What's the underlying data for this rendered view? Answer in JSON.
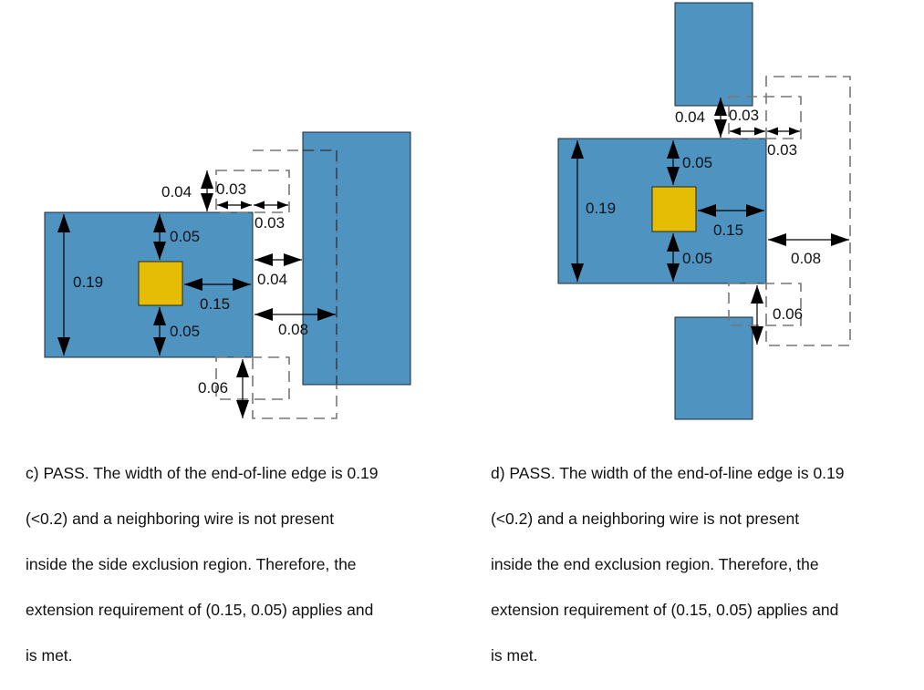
{
  "panels": [
    {
      "id": "c",
      "verdict": "PASS",
      "caption": "c) PASS. The width of the end-of-line edge is 0.19 (<0.2) and a neighboring wire is not present inside the side exclusion region. Therefore, the extension requirement of (0.15, 0.05) applies and is met.",
      "caption_lines": [
        "c) PASS. The width of the end-of-line edge is 0.19",
        "(<0.2) and a neighboring wire is not present",
        "inside the side exclusion region. Therefore, the",
        "extension requirement of (0.15, 0.05) applies and",
        "is met."
      ],
      "dimensions": {
        "eol_width": "0.19",
        "via_enclosure_top": "0.05",
        "via_enclosure_bottom": "0.05",
        "via_extension": "0.15",
        "side_space_top": "0.04",
        "side_within_left": "0.03",
        "side_within_right": "0.03",
        "neighbor_space": "0.04",
        "end_space": "0.08",
        "side_space_bottom": "0.06"
      }
    },
    {
      "id": "d",
      "verdict": "PASS",
      "caption": "d) PASS. The width of the end-of-line edge is 0.19 (<0.2) and a neighboring wire is not present inside the end exclusion region. Therefore, the extension requirement of (0.15, 0.05) applies and is met.",
      "caption_lines": [
        "d) PASS. The width of the end-of-line edge is 0.19",
        "(<0.2) and a neighboring wire is not present",
        "inside the end exclusion region. Therefore, the",
        "extension requirement of (0.15, 0.05) applies and",
        "is met."
      ],
      "dimensions": {
        "eol_width": "0.19",
        "via_enclosure_top": "0.05",
        "via_enclosure_bottom": "0.05",
        "via_extension": "0.15",
        "side_space_top": "0.04",
        "side_within_left": "0.03",
        "side_within_right": "0.03",
        "end_space": "0.08",
        "side_space_bottom": "0.06"
      }
    }
  ],
  "colors": {
    "wire": "#4f93c1",
    "via": "#e5bd05",
    "exclusion_region": "#777777"
  }
}
